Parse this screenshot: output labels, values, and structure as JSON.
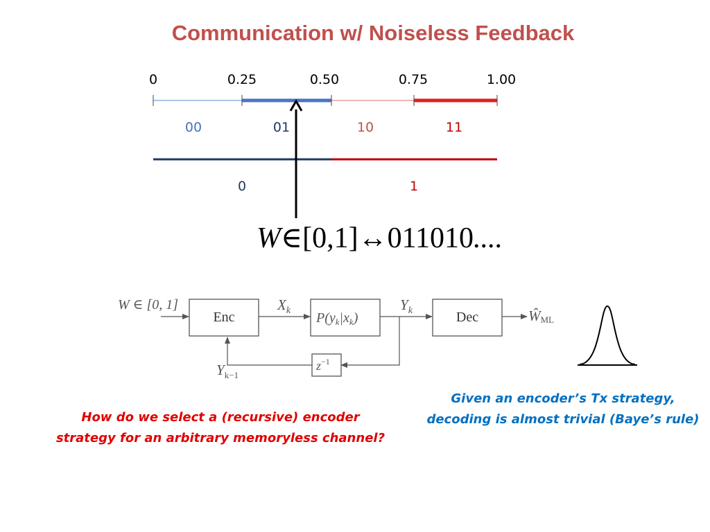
{
  "slide": {
    "title": "Communication w/ Noiseless Feedback"
  },
  "number_line": {
    "ticks": [
      "0",
      "0.25",
      "0.50",
      "0.75",
      "1.00"
    ],
    "two_bit_codes": [
      "00",
      "01",
      "10",
      "11"
    ],
    "one_bit_codes": [
      "0",
      "1"
    ],
    "colors": {
      "light_blue": "#5b8fcd",
      "dark_blue": "#1f3864",
      "light_red": "#d9534f",
      "dark_red": "#c00000",
      "code_00": "#4472c4",
      "code_01": "#1f3864",
      "code_10": "#c0504d",
      "code_11": "#c00000"
    }
  },
  "formula": {
    "variable": "W",
    "relation": "∈[0,1]↔",
    "bits": "011010",
    "ellipsis": "...."
  },
  "block_diagram": {
    "input_label": "W ∈ [0, 1]",
    "encoder_label": "Enc",
    "x_label": "X",
    "x_sub": "k",
    "channel_label_prefix": "P(y",
    "channel_sub_1": "k",
    "channel_label_mid": "|x",
    "channel_sub_2": "k",
    "channel_label_suffix": ")",
    "y_label": "Y",
    "y_sub": "k",
    "decoder_label": "Dec",
    "output_label": "Ŵ",
    "output_sub": "ML",
    "delay_label": "z",
    "delay_exp": "−1",
    "feedback_label": "Y",
    "feedback_sub": "k−1"
  },
  "notes": {
    "left_line1": "How do we select a (recursive) encoder",
    "left_line2": "strategy for an arbitrary memoryless channel?",
    "left_color": "#e00000",
    "right_line1": "Given an encoder’s Tx strategy,",
    "right_line2": "decoding is almost trivial (Baye’s rule)",
    "right_color": "#0070c0"
  }
}
